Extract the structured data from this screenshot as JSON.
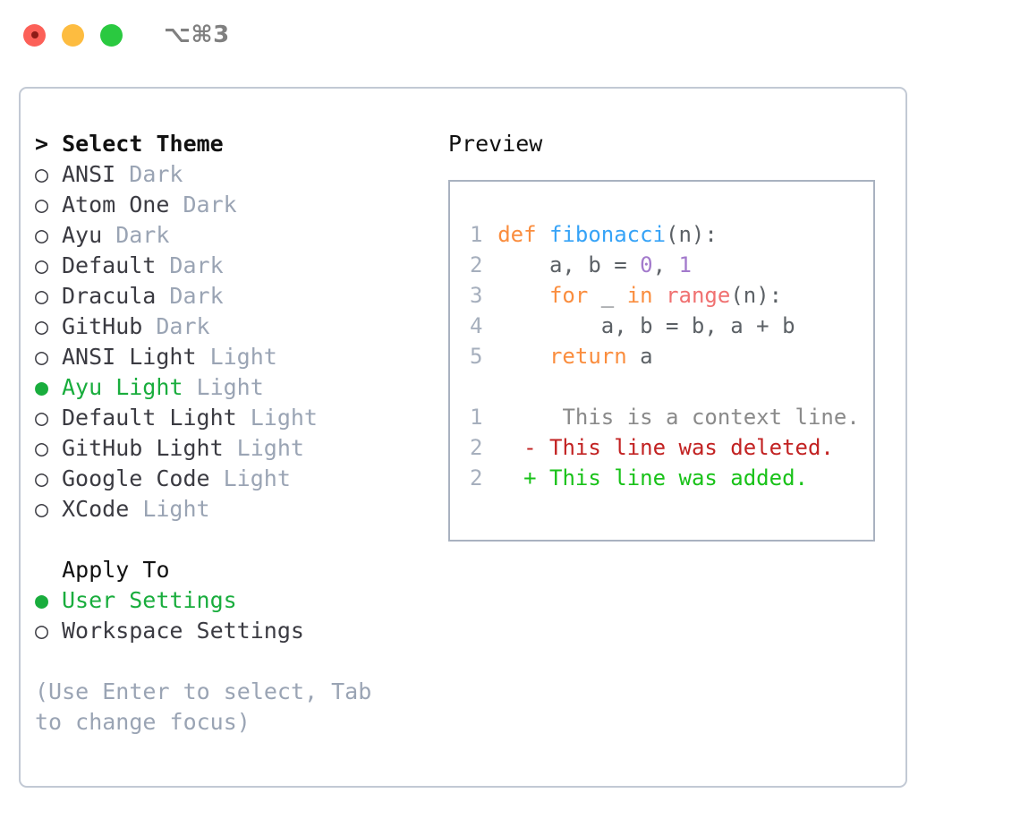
{
  "titlebar": {
    "shortcut": "⌥⌘3",
    "dots": [
      "close",
      "minimize",
      "maximize"
    ]
  },
  "theme_panel": {
    "header": "> Select Theme",
    "items": [
      {
        "marker": "○",
        "name": "ANSI",
        "tag": "Dark",
        "selected": false
      },
      {
        "marker": "○",
        "name": "Atom One",
        "tag": "Dark",
        "selected": false
      },
      {
        "marker": "○",
        "name": "Ayu",
        "tag": "Dark",
        "selected": false
      },
      {
        "marker": "○",
        "name": "Default",
        "tag": "Dark",
        "selected": false
      },
      {
        "marker": "○",
        "name": "Dracula",
        "tag": "Dark",
        "selected": false
      },
      {
        "marker": "○",
        "name": "GitHub",
        "tag": "Dark",
        "selected": false
      },
      {
        "marker": "○",
        "name": "ANSI Light",
        "tag": "Light",
        "selected": false
      },
      {
        "marker": "●",
        "name": "Ayu Light",
        "tag": "Light",
        "selected": true
      },
      {
        "marker": "○",
        "name": "Default Light",
        "tag": "Light",
        "selected": false
      },
      {
        "marker": "○",
        "name": "GitHub Light",
        "tag": "Light",
        "selected": false
      },
      {
        "marker": "○",
        "name": "Google Code",
        "tag": "Light",
        "selected": false
      },
      {
        "marker": "○",
        "name": "XCode",
        "tag": "Light",
        "selected": false
      }
    ]
  },
  "apply_to": {
    "label": "  Apply To",
    "items": [
      {
        "marker": "●",
        "name": "User Settings",
        "selected": true
      },
      {
        "marker": "○",
        "name": "Workspace Settings",
        "selected": false
      }
    ]
  },
  "hint": "(Use Enter to select, Tab to change focus)",
  "preview": {
    "title": "Preview",
    "code_lines": [
      {
        "num": "1",
        "tokens": [
          {
            "t": "def ",
            "c": "kw"
          },
          {
            "t": "fibonacci",
            "c": "fn"
          },
          {
            "t": "(n):",
            "c": "id"
          }
        ]
      },
      {
        "num": "2",
        "tokens": [
          {
            "t": "    a, b = ",
            "c": "id"
          },
          {
            "t": "0",
            "c": "num"
          },
          {
            "t": ", ",
            "c": "id"
          },
          {
            "t": "1",
            "c": "num"
          }
        ]
      },
      {
        "num": "3",
        "tokens": [
          {
            "t": "    ",
            "c": "id"
          },
          {
            "t": "for",
            "c": "kw"
          },
          {
            "t": " _ ",
            "c": "id"
          },
          {
            "t": "in",
            "c": "kw"
          },
          {
            "t": " ",
            "c": "id"
          },
          {
            "t": "range",
            "c": "bif"
          },
          {
            "t": "(n):",
            "c": "id"
          }
        ]
      },
      {
        "num": "4",
        "tokens": [
          {
            "t": "        a, b = b, a + b",
            "c": "id"
          }
        ]
      },
      {
        "num": "5",
        "tokens": [
          {
            "t": "    ",
            "c": "id"
          },
          {
            "t": "return",
            "c": "kw"
          },
          {
            "t": " a",
            "c": "id"
          }
        ]
      }
    ],
    "diff_lines": [
      {
        "num": "1",
        "marker": " ",
        "text": "  This is a context line.",
        "c": "ctx"
      },
      {
        "num": "2",
        "marker": "-",
        "text": " This line was deleted.",
        "c": "del"
      },
      {
        "num": "2",
        "marker": "+",
        "text": " This line was added.",
        "c": "add"
      }
    ]
  },
  "colors": {
    "accent_green": "#19ad3d",
    "muted_gray": "#9aa4b4",
    "border": "#c2c9d4",
    "preview_border": "#a9b2c0",
    "keyword": "#fa8d3e",
    "function": "#36a3f7",
    "number": "#a37acc",
    "builtin": "#f07171",
    "identifier": "#5c6166",
    "diff_delete": "#c22222",
    "diff_add": "#19c219"
  }
}
